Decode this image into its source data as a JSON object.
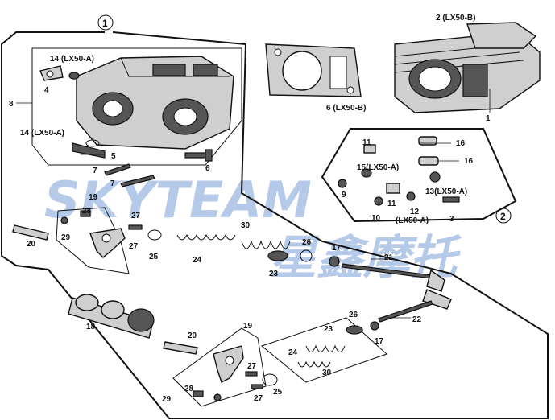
{
  "group_markers": {
    "group1": "1",
    "group2": "2"
  },
  "watermark": {
    "latin": "SKYTEAM",
    "chinese": "星鑫摩托",
    "color": "#7a9fd6"
  },
  "labels": {
    "top_head_part": "2 (LX50-B)",
    "p14a": "14 (LX50-A)",
    "p4": "4",
    "p8": "8",
    "p14b": "14 (LX50-A)",
    "p5": "5",
    "p7a": "7",
    "p7b": "7",
    "p6": "6",
    "gasket": "6 (LX50-B)",
    "p1": "1",
    "p11a": "11",
    "p16a": "16",
    "p15": "15(LX50-A)",
    "p16b": "16",
    "p9": "9",
    "p11b": "11",
    "p13": "13(LX50-A)",
    "p10": "10",
    "p12": "12",
    "p12sub": "(LX50-A)",
    "p3": "3",
    "p19a": "19",
    "p28a": "28",
    "p27a": "27",
    "p20a": "20",
    "p29a": "29",
    "p27b": "27",
    "p25a": "25",
    "p30a": "30",
    "p24a": "24",
    "p23a": "23",
    "p26a": "26",
    "p17a": "17",
    "p21": "21",
    "p18": "18",
    "p22": "22",
    "p20b": "20",
    "p19b": "19",
    "p26b": "26",
    "p23b": "23",
    "p17b": "17",
    "p24b": "24",
    "p30b": "30",
    "p27c": "27",
    "p27d": "27",
    "p25b": "25",
    "p29b": "29",
    "p28b": "28"
  }
}
